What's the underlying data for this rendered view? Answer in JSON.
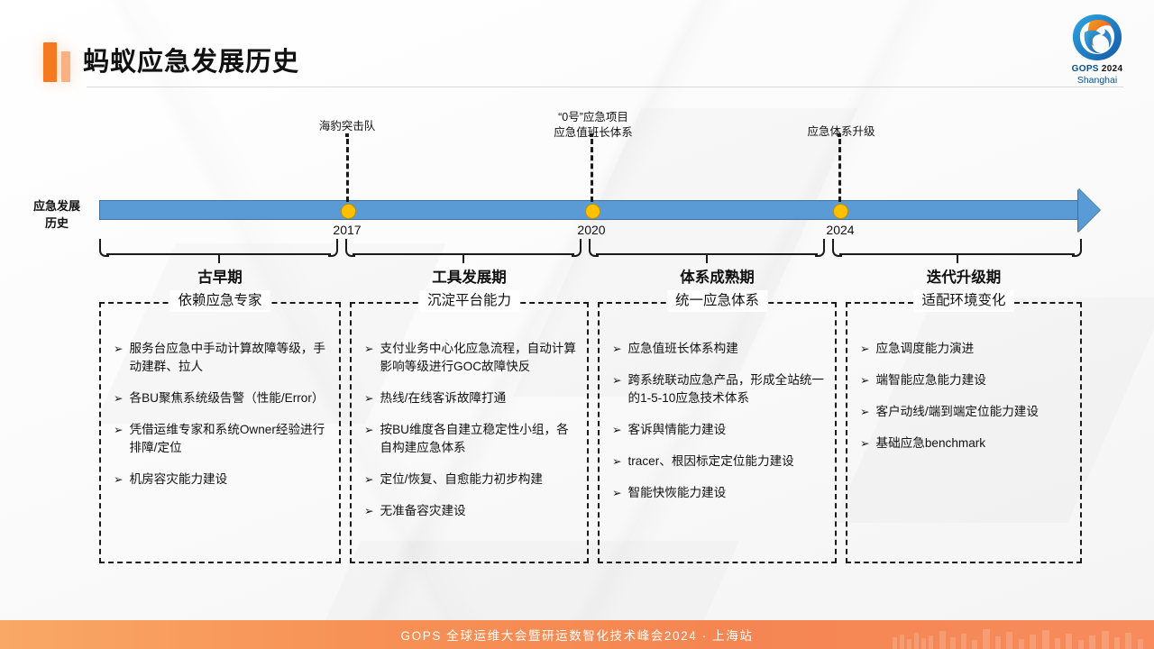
{
  "page": {
    "title": "蚂蚁应急发展历史"
  },
  "logo": {
    "name": "gops-logo",
    "line1_brand": "GOPS",
    "line1_year": "2024",
    "line2": "Shanghai"
  },
  "timeline": {
    "axis_label": "应急发展\n历史",
    "axis_label_line1": "应急发展",
    "axis_label_line2": "历史",
    "bar_color": "#5B9BD5",
    "bar_border_color": "#41719C",
    "dot_color": "#FFC000",
    "milestones": [
      {
        "year": "2017",
        "event": "海豹突击队",
        "event_line1": "海豹突击队",
        "event_line2": ""
      },
      {
        "year": "2020",
        "event": "“0号”应急项目 应急值班长体系",
        "event_line1": "“0号”应急项目",
        "event_line2": "应急值班长体系"
      },
      {
        "year": "2024",
        "event": "应急体系升级",
        "event_line1": "应急体系升级",
        "event_line2": ""
      }
    ]
  },
  "phases": [
    {
      "title": "古早期",
      "subtitle": "依赖应急专家",
      "bullets": [
        "服务台应急中手动计算故障等级，手动建群、拉人",
        "各BU聚焦系统级告警（性能/Error）",
        "凭借运维专家和系统Owner经验进行排障/定位",
        "机房容灾能力建设"
      ]
    },
    {
      "title": "工具发展期",
      "subtitle": "沉淀平台能力",
      "bullets": [
        "支付业务中心化应急流程，自动计算影响等级进行GOC故障快反",
        "热线/在线客诉故障打通",
        "按BU维度各自建立稳定性小组，各自构建应急体系",
        "定位/恢复、自愈能力初步构建",
        "无准备容灾建设"
      ]
    },
    {
      "title": "体系成熟期",
      "subtitle": "统一应急体系",
      "bullets": [
        "应急值班长体系构建",
        "跨系统联动应急产品，形成全站统一的1-5-10应急技术体系",
        "客诉舆情能力建设",
        "tracer、根因标定定位能力建设",
        "智能快恢能力建设"
      ]
    },
    {
      "title": "迭代升级期",
      "subtitle": "适配环境变化",
      "bullets": [
        "应急调度能力演进",
        "端智能应急能力建设",
        "客户动线/端到端定位能力建设",
        "基础应急benchmark"
      ]
    }
  ],
  "bullet_marker": "➢",
  "footer": {
    "text": "GOPS 全球运维大会暨研运数智化技术峰会2024 · 上海站",
    "color": "#F58652"
  }
}
